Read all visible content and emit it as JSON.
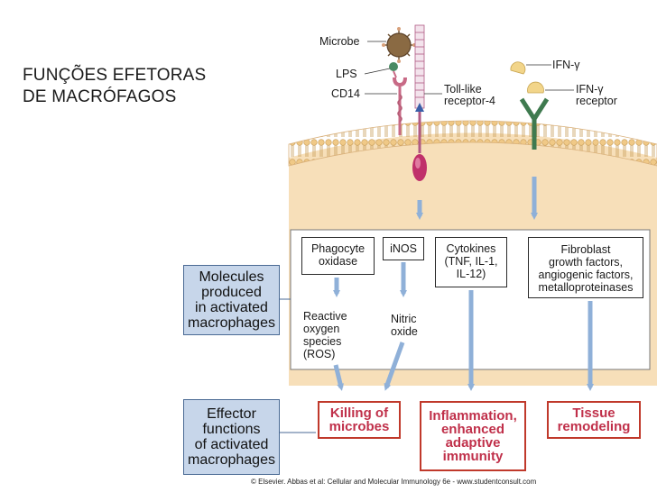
{
  "slide_title": "FUNÇÕES EFETORAS\nDE MACRÓFAGOS",
  "labels": {
    "microbe": "Microbe",
    "lps": "LPS",
    "cd14": "CD14",
    "tlr4": "Toll-like\nreceptor-4",
    "ifng": "IFN-γ",
    "ifng_receptor": "IFN-γ\nreceptor"
  },
  "molecules": {
    "phagocyte_oxidase": "Phagocyte\noxidase",
    "inos": "iNOS",
    "cytokines": "Cytokines\n(TNF, IL-1,\nIL-12)",
    "fibroblast": "Fibroblast\ngrowth factors,\nangiogenic factors,\nmetalloproteinases",
    "ros": "Reactive\noxygen\nspecies\n(ROS)",
    "nitric_oxide": "Nitric\noxide"
  },
  "side_labels": {
    "molecules_produced": "Molecules\nproduced\nin activated\nmacrophages",
    "effector_functions": "Effector\nfunctions\nof activated\nmacrophages"
  },
  "effectors": {
    "killing": "Killing of\nmicrobes",
    "inflammation": "Inflammation,\nenhanced\nadaptive\nimmunity",
    "tissue": "Tissue\nremodeling"
  },
  "credit": "© Elsevier. Abbas et al: Cellular and Molecular Immunology 6e - www.studentconsult.com",
  "colors": {
    "cell": "#f7dfb9",
    "membrane_head": "#f0c987",
    "arrow": "#8fb0d8",
    "side_box": "#c7d6ea",
    "effector_text": "#c0304a",
    "receptor": "#3f7a4f"
  }
}
